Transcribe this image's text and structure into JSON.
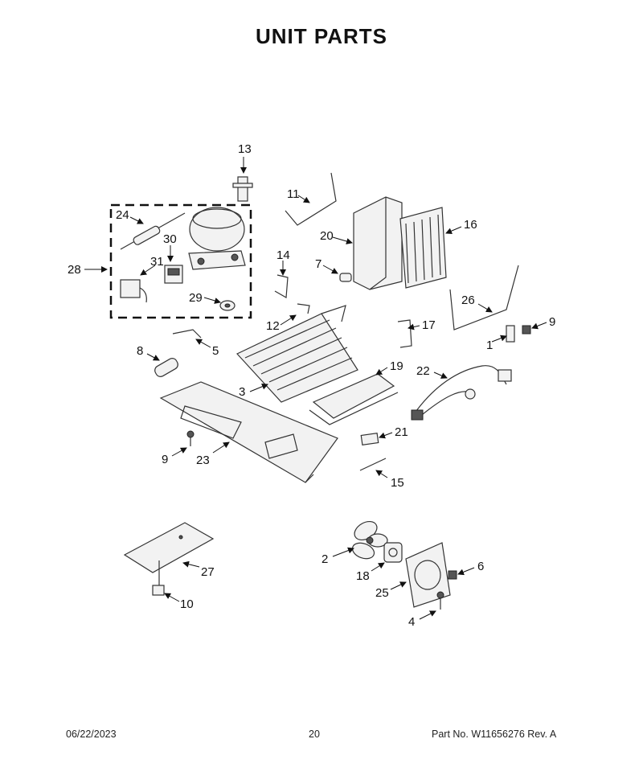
{
  "page": {
    "title": "UNIT PARTS",
    "footer_date": "06/22/2023",
    "page_number": "20",
    "part_no": "Part No.  W11656276  Rev.  A"
  },
  "callouts": {
    "c1": "1",
    "c2": "2",
    "c3": "3",
    "c4": "4",
    "c5": "5",
    "c6": "6",
    "c7": "7",
    "c8": "8",
    "c9a": "9",
    "c9b": "9",
    "c10": "10",
    "c11": "11",
    "c12": "12",
    "c13": "13",
    "c14": "14",
    "c15": "15",
    "c16": "16",
    "c17": "17",
    "c18": "18",
    "c19": "19",
    "c20": "20",
    "c21": "21",
    "c22": "22",
    "c23": "23",
    "c24": "24",
    "c25": "25",
    "c26": "26",
    "c27": "27",
    "c28": "28",
    "c29": "29",
    "c30": "30",
    "c31": "31"
  }
}
